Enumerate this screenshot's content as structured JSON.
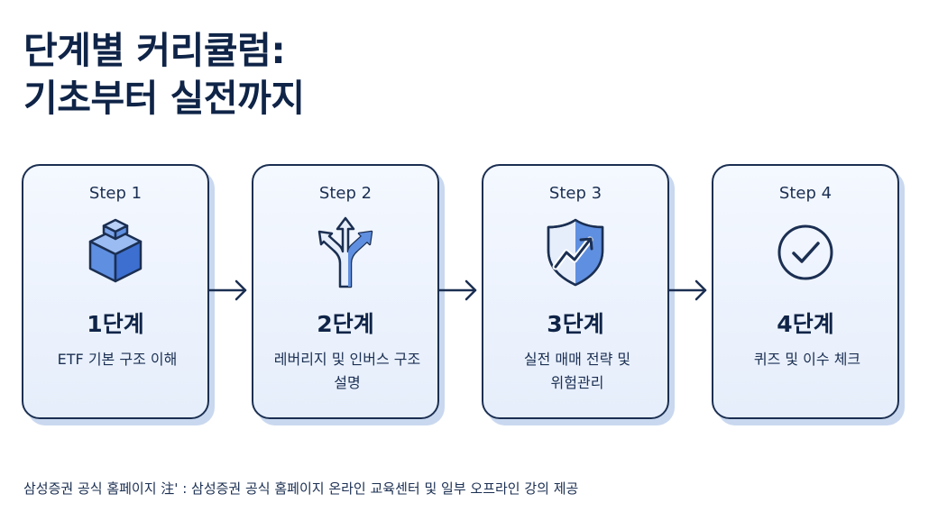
{
  "title": {
    "line1": "단계별 커리큘럼:",
    "line2": "기초부터 실전까지"
  },
  "steps": [
    {
      "step_label": "Step 1",
      "name": "1단계",
      "desc": "ETF 기본 구조 이해",
      "icon": "cube-icon"
    },
    {
      "step_label": "Step 2",
      "name": "2단계",
      "desc": "레버리지 및 인버스 구조 설명",
      "icon": "split-arrows-icon"
    },
    {
      "step_label": "Step 3",
      "name": "3단계",
      "desc": "실전 매매 전략 및 위험관리",
      "icon": "shield-chart-icon"
    },
    {
      "step_label": "Step 4",
      "name": "4단계",
      "desc": "퀴즈 및 이수 체크",
      "icon": "check-circle-icon"
    }
  ],
  "footnote": "삼성증권 공식 홈페이지 注' : 삼성증권 공식 홈페이지 온라인 교육센터 및 일부 오프라인 강의 제공",
  "colors": {
    "navy": "#0f2447",
    "card_fill": "#e6eefb",
    "card_shadow": "#c9d8ef",
    "icon_blue": "#3d6fd1"
  }
}
